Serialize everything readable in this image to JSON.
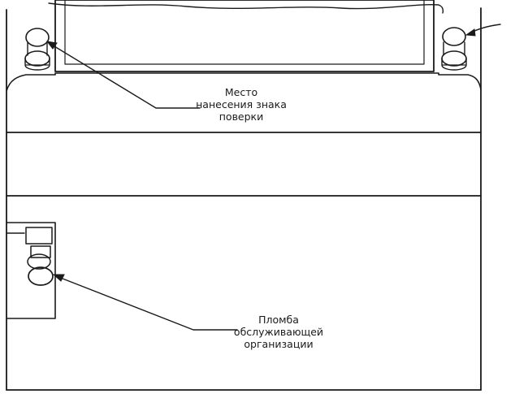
{
  "labels": {
    "verification_mark_place": [
      "Место",
      "нанесения знака",
      "поверки"
    ],
    "service_org_seal": [
      "Пломба",
      "обслуживающей",
      "организации"
    ]
  },
  "colors": {
    "ink": "#1a1a1a",
    "background": "#ffffff"
  }
}
